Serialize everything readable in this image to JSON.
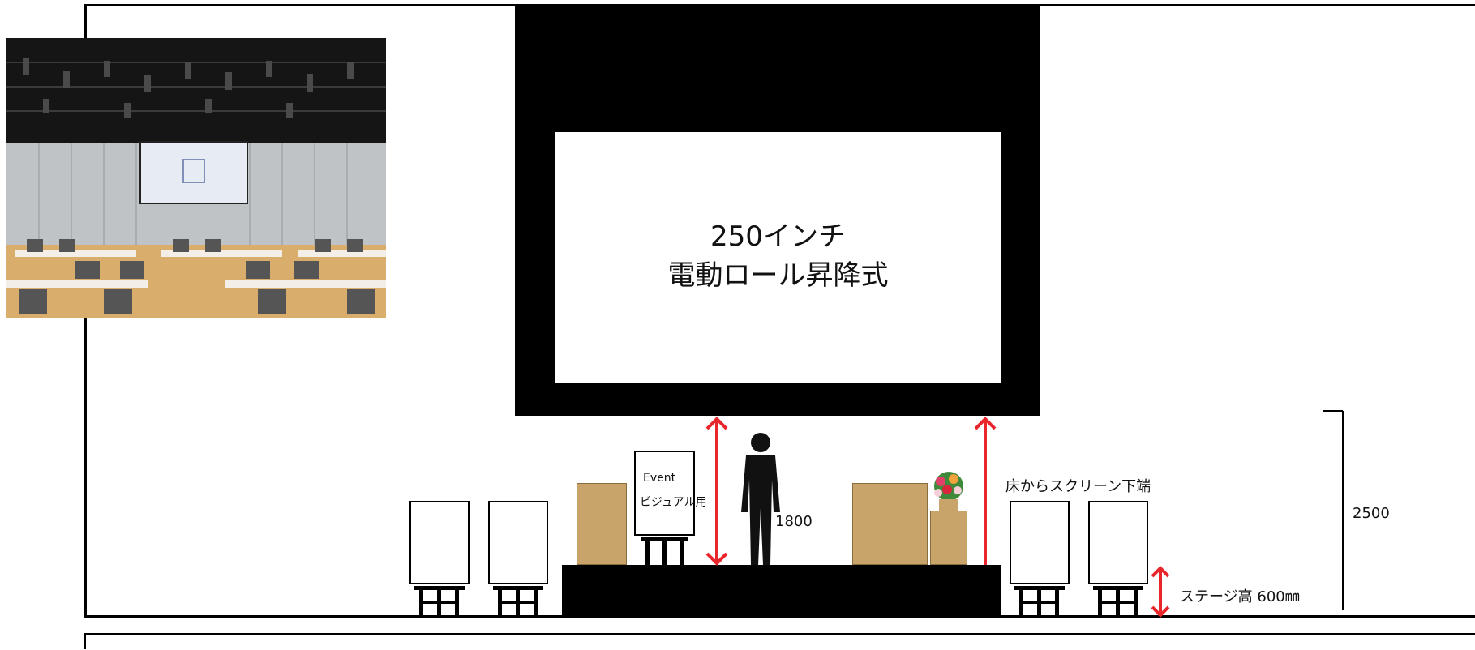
{
  "diagram": {
    "screen": {
      "size_label": "250インチ",
      "type_label": "電動ロール昇降式"
    },
    "easel_sign": {
      "line1": "Event",
      "line2": "ビジュアル用"
    },
    "annotations": {
      "person_height": "1800",
      "clearance_label": "床からスクリーン下端",
      "room_height": "2500",
      "stage_height_label": "ステージ高 600㎜"
    },
    "colors": {
      "frame": "#000000",
      "podium": "#c8a46b",
      "arrow": "#e8262b"
    }
  }
}
